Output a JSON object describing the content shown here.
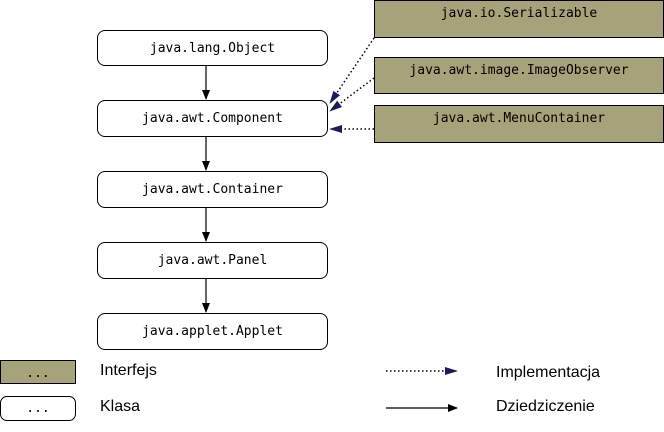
{
  "classes": [
    {
      "id": "object",
      "label": "java.lang.Object"
    },
    {
      "id": "component",
      "label": "java.awt.Component"
    },
    {
      "id": "container",
      "label": "java.awt.Container"
    },
    {
      "id": "panel",
      "label": "java.awt.Panel"
    },
    {
      "id": "applet",
      "label": "java.applet.Applet"
    }
  ],
  "interfaces": [
    {
      "id": "serializable",
      "label": "java.io.Serializable"
    },
    {
      "id": "imageobserver",
      "label": "java.awt.image.ImageObserver"
    },
    {
      "id": "menucontainer",
      "label": "java.awt.MenuContainer"
    }
  ],
  "legend": {
    "interface_sample": "...",
    "interface_label": "Interfejs",
    "class_sample": "...",
    "class_label": "Klasa",
    "implementation_label": "Implementacja",
    "inheritance_label": "Dziedziczenie"
  },
  "colors": {
    "interface_fill": "#a6a27a",
    "class_fill": "#ffffff",
    "arrow_head_dotted": "#1c1c5a"
  }
}
